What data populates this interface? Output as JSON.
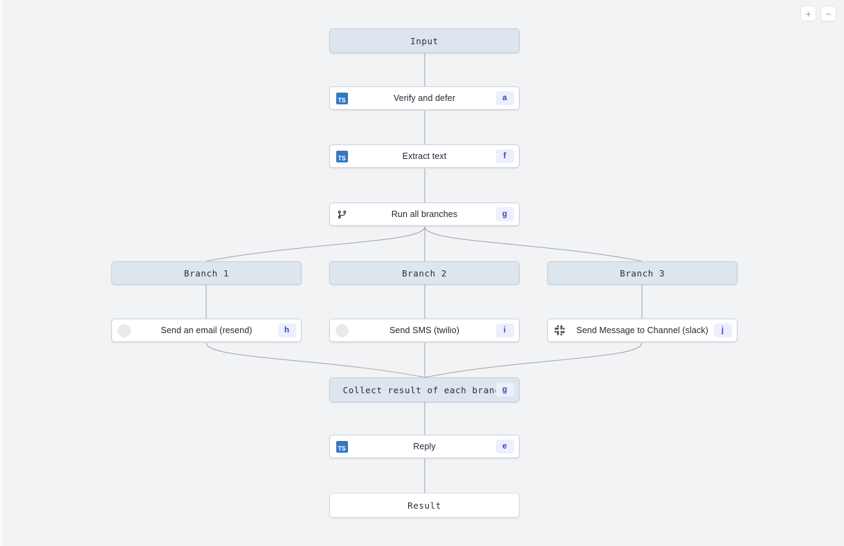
{
  "canvas": {
    "background": "#f2f3f5",
    "node_shaded_color": "#dde5ee",
    "node_white_color": "#ffffff",
    "badge_bg": "#eceffc",
    "badge_text_color": "#3b3ec4",
    "edge_color": "#9aa1ab",
    "ts_icon_color": "#3178c6"
  },
  "zoom_controls": {
    "zoom_in_label": "+",
    "zoom_out_label": "−"
  },
  "nodes": {
    "input": {
      "label": "Input",
      "badge": "",
      "icon": "none"
    },
    "verify": {
      "label": "Verify and defer",
      "badge": "a",
      "icon": "typescript-icon"
    },
    "extract": {
      "label": "Extract text",
      "badge": "f",
      "icon": "typescript-icon"
    },
    "run_all": {
      "label": "Run all branches",
      "badge": "g",
      "icon": "git-branch-icon"
    },
    "branch1": {
      "label": "Branch 1",
      "badge": "",
      "icon": "none"
    },
    "branch2": {
      "label": "Branch 2",
      "badge": "",
      "icon": "none"
    },
    "branch3": {
      "label": "Branch 3",
      "badge": "",
      "icon": "none"
    },
    "email": {
      "label": "Send an email (resend)",
      "badge": "h",
      "icon": "resend-icon"
    },
    "sms": {
      "label": "Send SMS (twilio)",
      "badge": "i",
      "icon": "twilio-icon"
    },
    "slack": {
      "label": "Send Message to Channel (slack)",
      "badge": "j",
      "icon": "slack-icon"
    },
    "collect": {
      "label": "Collect result of each branch",
      "badge": "g",
      "icon": "none"
    },
    "reply": {
      "label": "Reply",
      "badge": "e",
      "icon": "typescript-icon"
    },
    "result": {
      "label": "Result",
      "badge": "",
      "icon": "none"
    }
  },
  "ts_icon_text": "TS"
}
